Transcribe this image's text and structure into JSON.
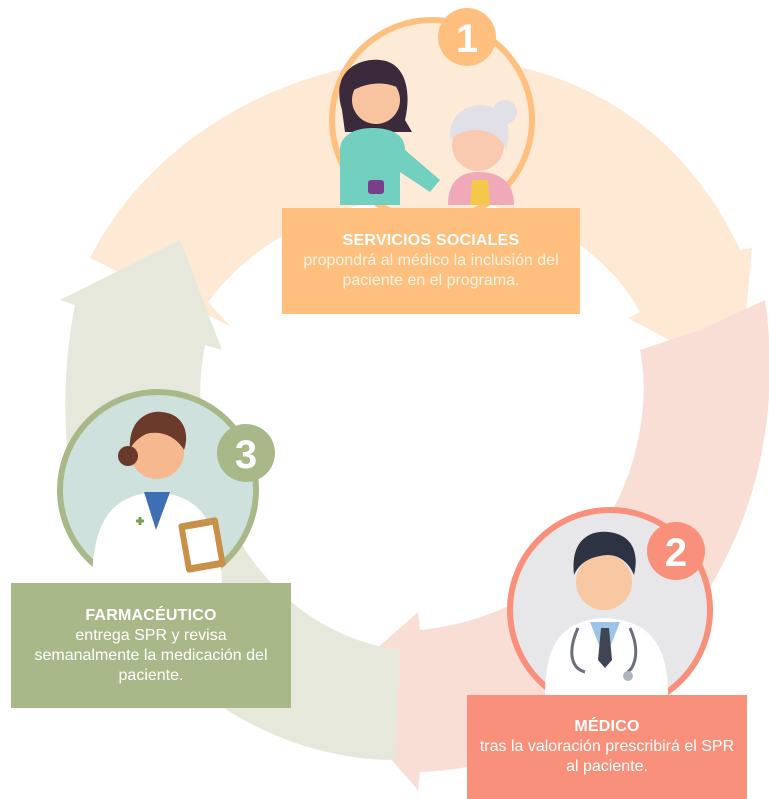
{
  "steps": [
    {
      "number": "1",
      "title": "SERVICIOS SOCIALES",
      "description": "propondrá al médico la inclusión del paciente en el programa.",
      "color": "#ffbf7f"
    },
    {
      "number": "2",
      "title": "MÉDICO",
      "description": "tras la valoración prescribirá el SPR al paciente.",
      "color": "#f8907b"
    },
    {
      "number": "3",
      "title": "FARMACÉUTICO",
      "description": "entrega SPR y revisa semanalmente la medicación del paciente.",
      "color": "#a8b888"
    }
  ],
  "colors": {
    "arc_orange": "#fde9d4",
    "arc_red": "#f9ded6",
    "arc_green": "#e6e8dc",
    "badge_orange": "#ffbf7f",
    "badge_red": "#f8907b",
    "badge_green": "#a8b888"
  },
  "icons": {
    "step1": "social-worker-with-elderly-woman-icon",
    "step2": "doctor-with-stethoscope-icon",
    "step3": "pharmacist-with-clipboard-icon"
  }
}
